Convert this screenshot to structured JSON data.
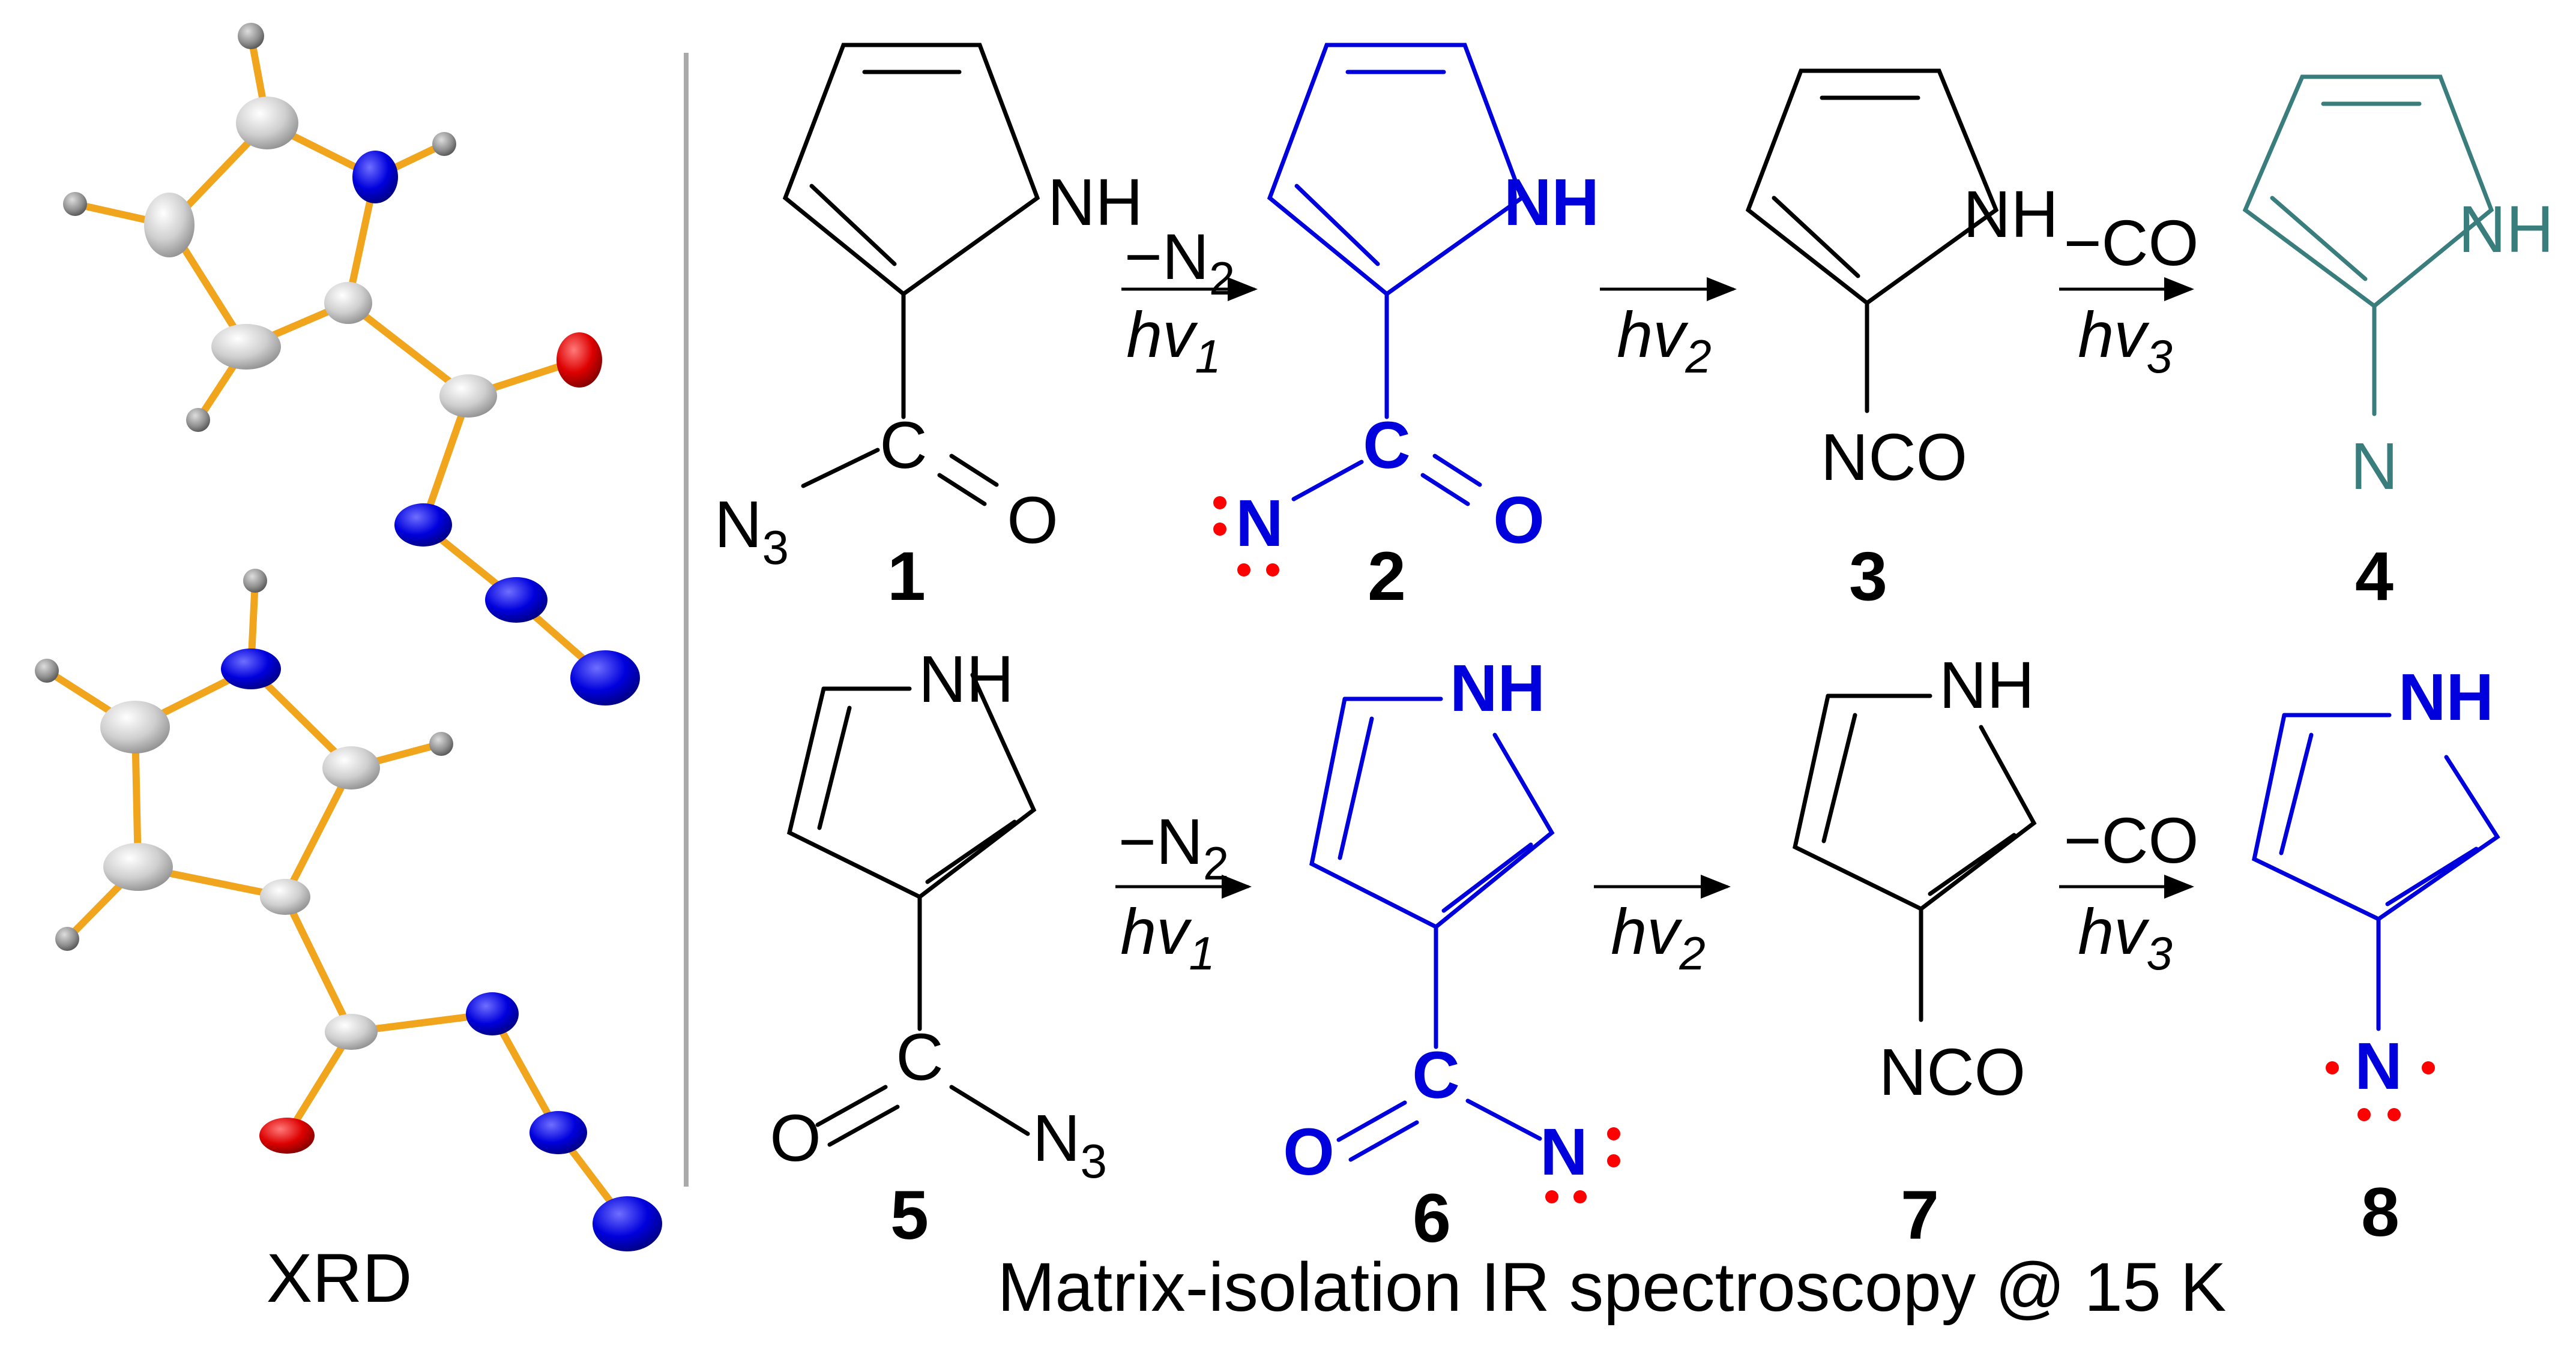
{
  "figure": {
    "left_caption": "XRD",
    "bottom_caption": "Matrix-isolation IR spectroscopy @ 15 K",
    "colors": {
      "bond_gold": "#f0a51c",
      "nitrogen_blue": "#0000dd",
      "oxygen_red": "#dd0000",
      "carbon_gray": "#cfcfcf",
      "nitrene_teal": "#3a7d7d",
      "divider": "#aaaaaa",
      "lone_pair": "#ff0000"
    }
  },
  "labels": {
    "nh": "NH",
    "n3_main": "N",
    "n3_sub": "3",
    "c": "C",
    "o": "O",
    "n": "N",
    "nco": "NCO"
  },
  "compounds": [
    "1",
    "2",
    "3",
    "4",
    "5",
    "6",
    "7",
    "8"
  ],
  "steps": {
    "minus_n2_prefix": "−N",
    "minus_n2_sub": "2",
    "minus_co": "−CO",
    "hv": "hv",
    "hv1_sub": "1",
    "hv2_sub": "2",
    "hv3_sub": "3"
  }
}
